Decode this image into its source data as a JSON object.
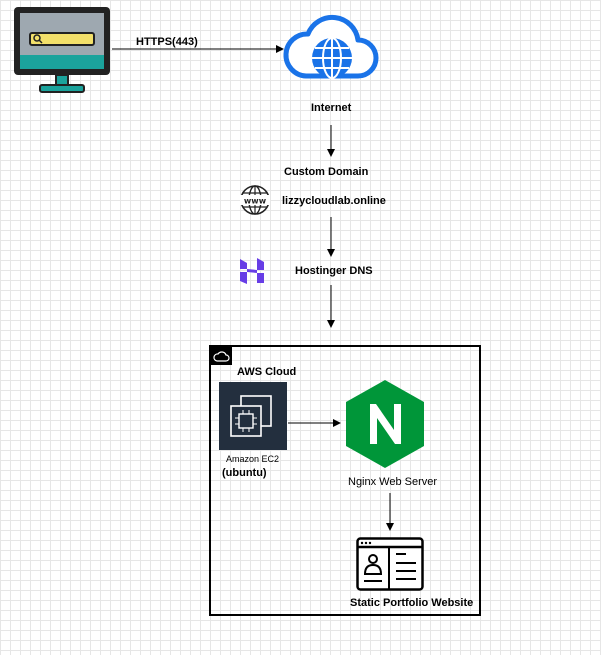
{
  "client": {
    "icon": "computer-monitor-icon"
  },
  "edge_https": {
    "label": "HTTPS(443)"
  },
  "internet": {
    "label": "Internet",
    "icon": "cloud-globe-icon"
  },
  "domain": {
    "title": "Custom Domain",
    "name": "lizzycloudlab.online",
    "icon": "www-globe-icon"
  },
  "dns": {
    "label": "Hostinger DNS",
    "icon": "hostinger-logo-icon"
  },
  "aws": {
    "label": "AWS Cloud",
    "ec2": {
      "label": "Amazon EC2",
      "sublabel": "(ubuntu)",
      "icon": "ec2-chip-icon"
    },
    "nginx": {
      "label": "Nginx Web Server",
      "icon": "nginx-logo-icon"
    },
    "website": {
      "label": "Static Portfolio Website",
      "icon": "profile-page-icon"
    }
  },
  "colors": {
    "cloud_blue": "#1a73e8",
    "ec2_bg": "#232f3e",
    "nginx_green": "#009639",
    "hostinger_purple": "#673de6",
    "monitor_teal": "#1ba39c",
    "search_yellow": "#f3e06a"
  }
}
